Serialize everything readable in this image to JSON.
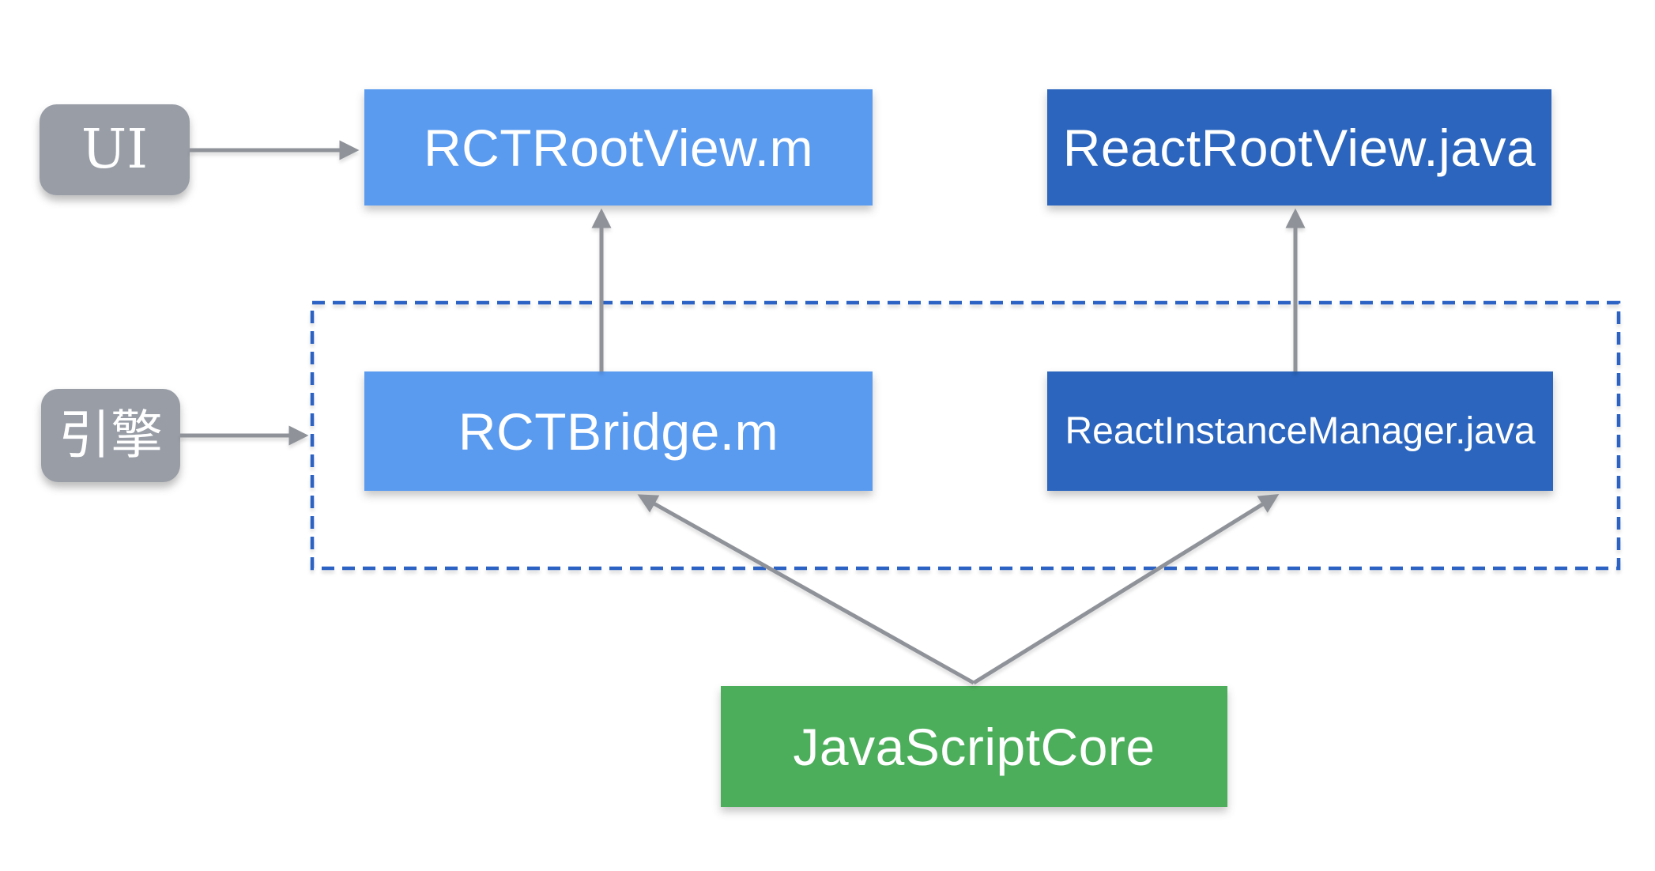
{
  "diagram": {
    "title": "React Native bridge architecture diagram",
    "nodes": {
      "ui": {
        "label": "UI",
        "color": "#989DA6",
        "text_color": "#ffffff",
        "shape": "rounded"
      },
      "engine": {
        "label": "引擎",
        "color": "#989DA6",
        "text_color": "#ffffff",
        "shape": "rounded"
      },
      "rct_root_view": {
        "label": "RCTRootView.m",
        "color": "#5A9BF0",
        "text_color": "#ffffff",
        "shape": "rect"
      },
      "react_root_view": {
        "label": "ReactRootView.java",
        "color": "#2B65BD",
        "text_color": "#ffffff",
        "shape": "rect"
      },
      "rct_bridge": {
        "label": "RCTBridge.m",
        "color": "#5A9BF0",
        "text_color": "#ffffff",
        "shape": "rect"
      },
      "react_instance_manager": {
        "label": "ReactInstanceManager.java",
        "color": "#2B65BD",
        "text_color": "#ffffff",
        "shape": "rect"
      },
      "javascript_core": {
        "label": "JavaScriptCore",
        "color": "#4CAE5B",
        "text_color": "#ffffff",
        "shape": "rect"
      }
    },
    "groups": {
      "engine_group": {
        "members": [
          "rct_bridge",
          "react_instance_manager"
        ],
        "border_style": "dashed",
        "border_color": "#2B62C4"
      }
    },
    "edges": [
      {
        "from": "ui",
        "to": "rct_root_view"
      },
      {
        "from": "engine",
        "to": "engine_group"
      },
      {
        "from": "rct_bridge",
        "to": "rct_root_view"
      },
      {
        "from": "react_instance_manager",
        "to": "react_root_view"
      },
      {
        "from": "javascript_core",
        "to": "rct_bridge"
      },
      {
        "from": "javascript_core",
        "to": "react_instance_manager"
      }
    ],
    "colors": {
      "background": "#ffffff",
      "arrow": "#8F9399",
      "dashed_border": "#2B62C4",
      "ios_box": "#5A9BF0",
      "android_box": "#2B65BD",
      "core_box": "#4CAE5B",
      "label_pill": "#989DA6"
    }
  }
}
